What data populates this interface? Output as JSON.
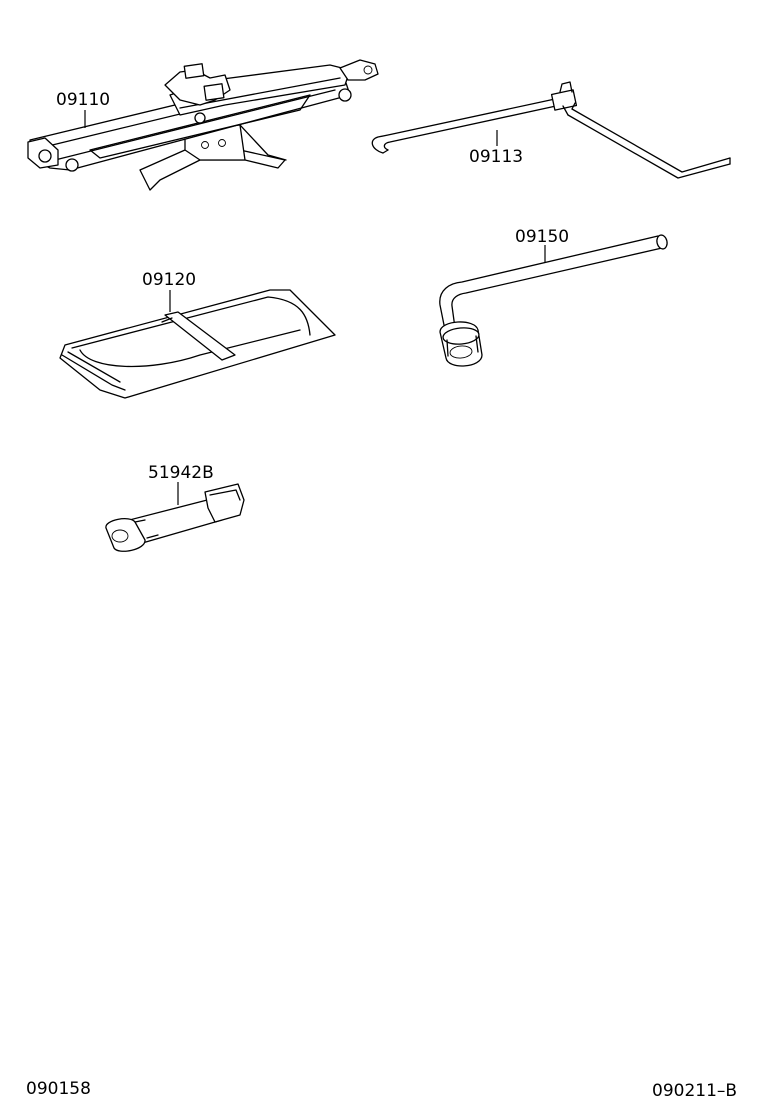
{
  "parts": [
    {
      "id": "jack",
      "number": "09110"
    },
    {
      "id": "jack-handle",
      "number": "09113"
    },
    {
      "id": "tool-bag",
      "number": "09120"
    },
    {
      "id": "wheel-nut-wrench",
      "number": "09150"
    },
    {
      "id": "plug-wrench",
      "number": "51942B"
    }
  ],
  "footer": {
    "left_code": "090158",
    "right_code": "090211–B"
  }
}
